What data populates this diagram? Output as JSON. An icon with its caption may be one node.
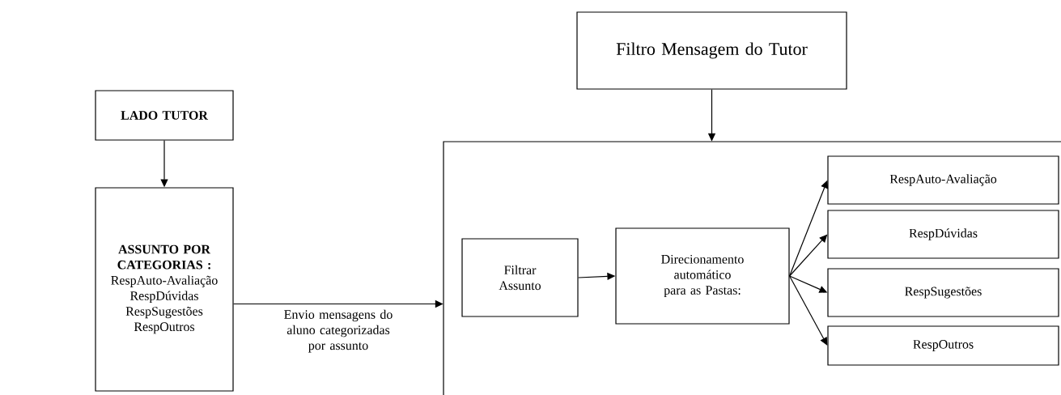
{
  "diagram": {
    "nodes": [
      {
        "text": [
          "LADO TUTOR"
        ]
      },
      {
        "text": [
          "ASSUNTO POR CATEGORIAS :",
          "RespAuto-Avaliação",
          "RespDúvidas",
          "RespSugestões",
          "RespOutros"
        ]
      },
      {
        "text": [
          "Filtro Mensagem do Tutor"
        ]
      },
      {
        "text": [],
        "shape": "box"
      },
      {
        "text": [
          "Filtrar Assunto"
        ],
        "in": 3
      },
      {
        "text": [
          "Direcionamento automático para as Pastas:"
        ],
        "in": 3
      },
      {
        "text": [
          "RespAuto-Avaliação"
        ],
        "in": 3
      },
      {
        "text": [
          "RespDúvidas"
        ],
        "in": 3
      },
      {
        "text": [
          "RespSugestões"
        ],
        "in": 3
      },
      {
        "text": [
          "RespOutros"
        ],
        "in": 3
      }
    ],
    "edges": [
      {
        "from": 0,
        "to": 1,
        "arrow": "to"
      },
      {
        "from": 2,
        "to": 3,
        "arrow": "to"
      },
      {
        "from": 1,
        "to": 3,
        "arrow": "to",
        "label": "Envio mensagens do aluno categorizadas por assunto"
      },
      {
        "from": 4,
        "to": 5,
        "arrow": "to"
      },
      {
        "from": 5,
        "to": 6,
        "arrow": "to"
      },
      {
        "from": 5,
        "to": 7,
        "arrow": "to"
      },
      {
        "from": 5,
        "to": 8,
        "arrow": "to"
      },
      {
        "from": 5,
        "to": 9,
        "arrow": "to"
      }
    ]
  }
}
